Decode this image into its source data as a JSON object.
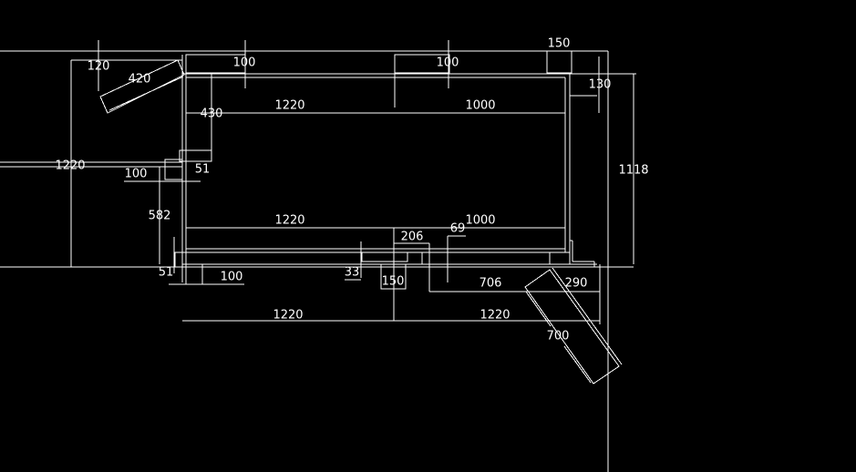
{
  "drawing": {
    "background": "#000000",
    "line_color": "#ffffff",
    "dimensions": {
      "top_left_offset": "120",
      "angled_panel_length": "420",
      "top_panel_left": "100",
      "top_panel_right": "100",
      "top_right_width": "150",
      "right_offset": "130",
      "left_inner_offset": "430",
      "top_span_left": "1220",
      "top_span_right": "1000",
      "overall_height_right": "1118",
      "overall_height_left": "1220",
      "left_step_width": "100",
      "left_step_height": "51",
      "left_lower_height": "582",
      "mid_span_left": "1220",
      "mid_span_right": "1000",
      "door_offset": "206",
      "door_gap": "69",
      "bottom_left_height": "51",
      "bottom_left_width": "100",
      "bottom_mid_height": "33",
      "bottom_mid_width": "150",
      "bottom_opening": "706",
      "bottom_right_width": "290",
      "bottom_span_left": "1220",
      "bottom_span_right": "1220",
      "angled_door_length": "700"
    }
  }
}
